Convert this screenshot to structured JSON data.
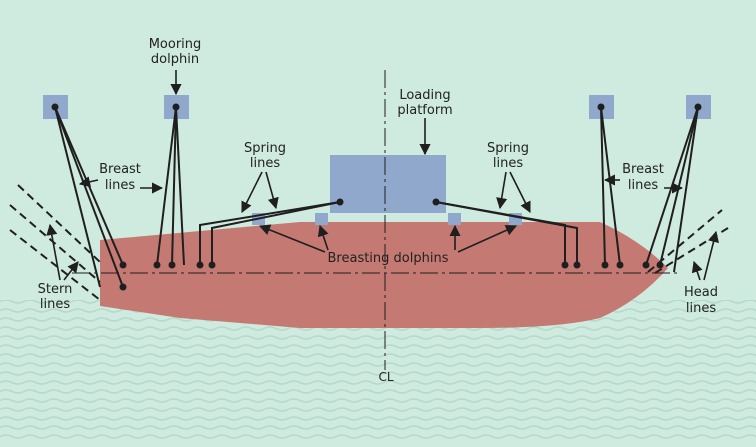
{
  "labels": {
    "mooring_dolphin": [
      "Mooring",
      "dolphin"
    ],
    "loading_platform": [
      "Loading",
      "platform"
    ],
    "spring_lines_left": [
      "Spring",
      "lines"
    ],
    "spring_lines_right": [
      "Spring",
      "lines"
    ],
    "breast_lines_left": [
      "Breast",
      "lines"
    ],
    "breast_lines_right": [
      "Breast",
      "lines"
    ],
    "stern_lines": [
      "Stern",
      "lines"
    ],
    "head_lines": [
      "Head",
      "lines"
    ],
    "breasting_dolphins": "Breasting dolphins",
    "centerline": "CL"
  },
  "colors": {
    "water_top": "#cfeadf",
    "water_wave": "#b9ddcf",
    "hull": "#c47a72",
    "dolphin": "#8fa8cc",
    "line": "#1f1f1f"
  }
}
